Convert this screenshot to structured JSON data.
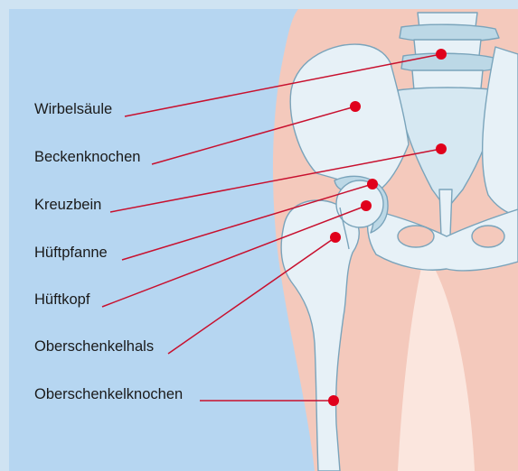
{
  "colors": {
    "frame_border": "#cfe3f2",
    "background_left": "#b6d6f1",
    "skin": "#f4c9bc",
    "skin_light": "#fbe6de",
    "bone": "#e7f1f7",
    "bone_shade": "#bcd8e6",
    "bone_outline": "#7aa4bb",
    "leader_line": "#c8102e",
    "marker_dot": "#e0001b",
    "label_text": "#1a1a1a"
  },
  "labels": [
    {
      "id": "wirbelsaeule",
      "text": "Wirbelsäule"
    },
    {
      "id": "beckenknochen",
      "text": "Beckenknochen"
    },
    {
      "id": "kreuzbein",
      "text": "Kreuzbein"
    },
    {
      "id": "hueftpfanne",
      "text": "Hüftpfanne"
    },
    {
      "id": "hueftkopf",
      "text": "Hüftkopf"
    },
    {
      "id": "oberschenkelhals",
      "text": "Oberschenkelhals"
    },
    {
      "id": "oberschenkelknochen",
      "text": "Oberschenkelknochen"
    }
  ]
}
